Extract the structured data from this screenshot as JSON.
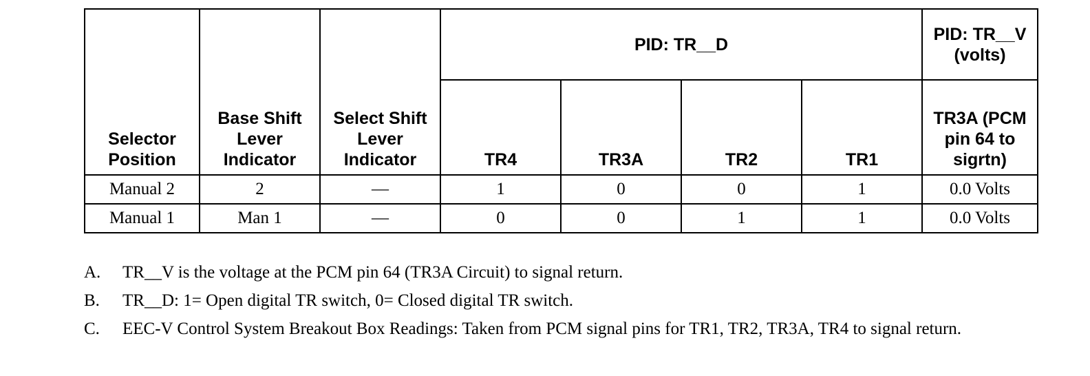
{
  "table": {
    "headers": {
      "selector_position": "Selector Position",
      "base_shift": "Base Shift Lever Indicator",
      "select_shift": "Select Shift Lever Indicator",
      "pid_trd": "PID: TR__D",
      "pid_trv": "PID: TR__V (volts)",
      "tr4": "TR4",
      "tr3a": "TR3A",
      "tr2": "TR2",
      "tr1": "TR1",
      "tr3a_pcm": "TR3A (PCM pin 64 to sigrtn)"
    },
    "rows": [
      [
        "Manual 2",
        "2",
        "—",
        "1",
        "0",
        "0",
        "1",
        "0.0 Volts"
      ],
      [
        "Manual 1",
        "Man 1",
        "—",
        "0",
        "0",
        "1",
        "1",
        "0.0 Volts"
      ]
    ]
  },
  "notes": [
    {
      "letter": "A.",
      "text": "TR__V is the voltage at the PCM pin 64 (TR3A Circuit) to signal return."
    },
    {
      "letter": "B.",
      "text": "TR__D: 1= Open digital TR switch, 0= Closed digital TR switch."
    },
    {
      "letter": "C.",
      "text": "EEC-V Control System Breakout Box Readings: Taken from PCM signal pins for TR1, TR2, TR3A, TR4 to signal return."
    }
  ]
}
